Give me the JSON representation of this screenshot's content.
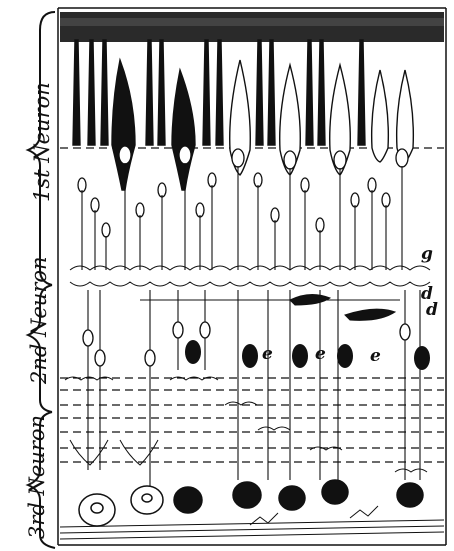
{
  "labels": {
    "neuron1": "1st Neuron",
    "neuron2": "2nd Neuron",
    "neuron3": "3rd Neuron",
    "g": "g",
    "d1": "d",
    "d2": "d",
    "e1": "e",
    "e2": "e",
    "e3": "e"
  },
  "colors": {
    "ink": "#111111",
    "paper": "#ffffff"
  }
}
